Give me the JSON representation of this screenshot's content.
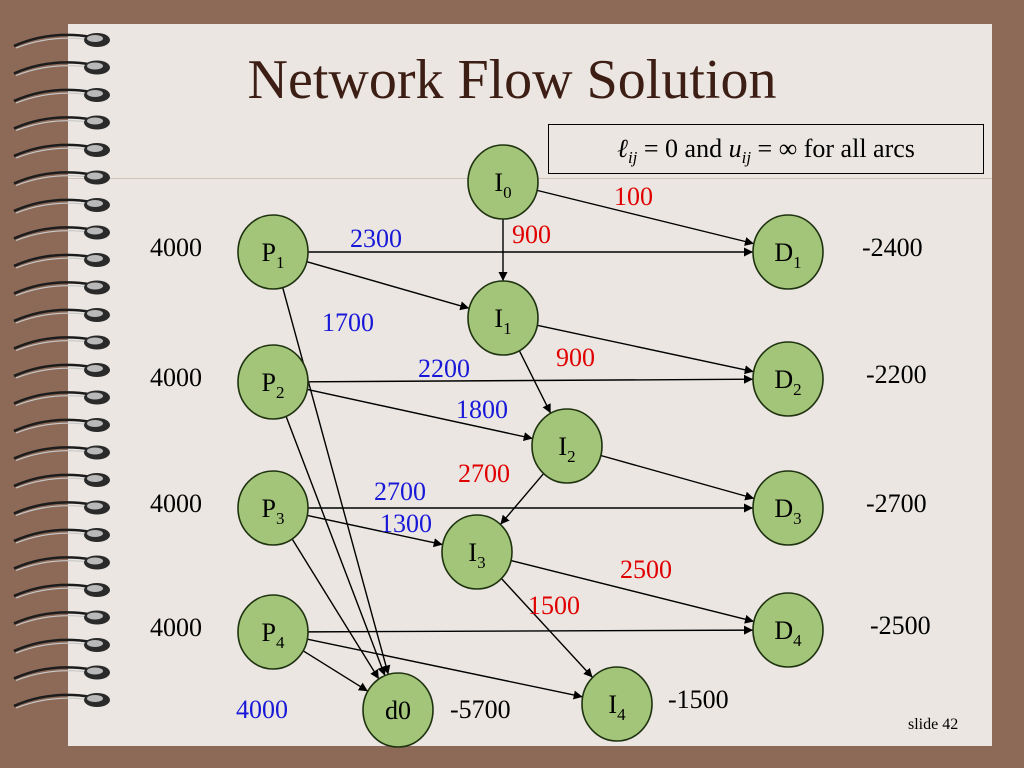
{
  "title": "Network Flow Solution",
  "note": {
    "l_symbol": "ℓ",
    "sub": "ij",
    "eq0": " = 0 and ",
    "u": "u",
    "sub2": "ij",
    "rest": " = ∞ for all arcs"
  },
  "slide_number": "slide 42",
  "colors": {
    "node_fill": "#a3c57a",
    "node_stroke": "#1e3210",
    "blue_label": "#1818d8",
    "red_label": "#e00000",
    "bind_brown": "#8c6a57"
  },
  "nodes": [
    {
      "id": "P1",
      "base": "P",
      "sub": "1",
      "side_label": "4000",
      "side": "left"
    },
    {
      "id": "P2",
      "base": "P",
      "sub": "2",
      "side_label": "4000",
      "side": "left"
    },
    {
      "id": "P3",
      "base": "P",
      "sub": "3",
      "side_label": "4000",
      "side": "left"
    },
    {
      "id": "P4",
      "base": "P",
      "sub": "4",
      "side_label": "4000",
      "side": "left"
    },
    {
      "id": "I0",
      "base": "I",
      "sub": "0",
      "side_label": "",
      "side": ""
    },
    {
      "id": "I1",
      "base": "I",
      "sub": "1",
      "side_label": "",
      "side": ""
    },
    {
      "id": "I2",
      "base": "I",
      "sub": "2",
      "side_label": "",
      "side": ""
    },
    {
      "id": "I3",
      "base": "I",
      "sub": "3",
      "side_label": "",
      "side": ""
    },
    {
      "id": "I4",
      "base": "I",
      "sub": "4",
      "side_label": "-1500",
      "side": "right"
    },
    {
      "id": "D1",
      "base": "D",
      "sub": "1",
      "side_label": "-2400",
      "side": "right"
    },
    {
      "id": "D2",
      "base": "D",
      "sub": "2",
      "side_label": "-2200",
      "side": "right"
    },
    {
      "id": "D3",
      "base": "D",
      "sub": "3",
      "side_label": "-2700",
      "side": "right"
    },
    {
      "id": "D4",
      "base": "D",
      "sub": "4",
      "side_label": "-2500",
      "side": "right"
    },
    {
      "id": "d0",
      "base": "d0",
      "sub": "",
      "side_label": "-5700",
      "side": "right"
    }
  ],
  "arcs": [
    {
      "from": "P1",
      "to": "D1",
      "label": "2300",
      "color": "blue"
    },
    {
      "from": "P1",
      "to": "I1",
      "label": "",
      "color": ""
    },
    {
      "from": "P1",
      "to": "d0",
      "label": "1700",
      "color": "blue"
    },
    {
      "from": "I0",
      "to": "D1",
      "label": "100",
      "color": "red"
    },
    {
      "from": "I0",
      "to": "I1",
      "label": "900",
      "color": "red"
    },
    {
      "from": "I1",
      "to": "D2",
      "label": "",
      "color": ""
    },
    {
      "from": "I1",
      "to": "I2",
      "label": "900",
      "color": "red"
    },
    {
      "from": "P2",
      "to": "D2",
      "label": "2200",
      "color": "blue"
    },
    {
      "from": "P2",
      "to": "I2",
      "label": "1800",
      "color": "blue"
    },
    {
      "from": "P2",
      "to": "d0",
      "label": "",
      "color": ""
    },
    {
      "from": "I2",
      "to": "D3",
      "label": "",
      "color": ""
    },
    {
      "from": "I2",
      "to": "I3",
      "label": "2700",
      "color": "red"
    },
    {
      "from": "P3",
      "to": "D3",
      "label": "2700",
      "color": "blue"
    },
    {
      "from": "P3",
      "to": "I3",
      "label": "1300",
      "color": "blue"
    },
    {
      "from": "P3",
      "to": "d0",
      "label": "",
      "color": ""
    },
    {
      "from": "I3",
      "to": "D4",
      "label": "2500",
      "color": "red"
    },
    {
      "from": "I3",
      "to": "I4",
      "label": "1500",
      "color": "red"
    },
    {
      "from": "P4",
      "to": "D4",
      "label": "",
      "color": ""
    },
    {
      "from": "P4",
      "to": "I4",
      "label": "",
      "color": ""
    },
    {
      "from": "P4",
      "to": "d0",
      "label": "4000",
      "color": "blue"
    }
  ]
}
